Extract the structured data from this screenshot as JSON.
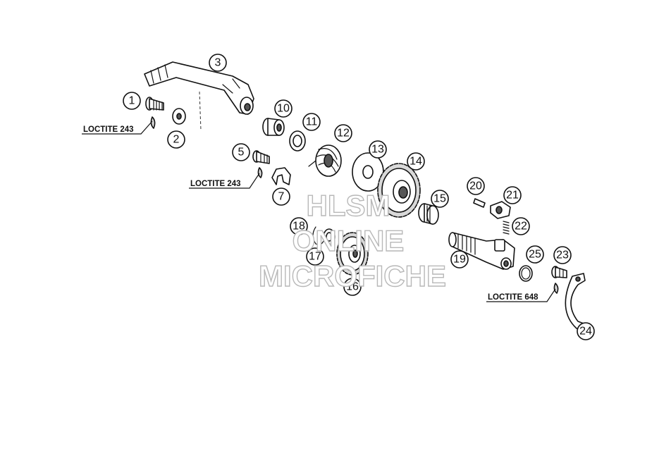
{
  "callouts": [
    {
      "id": "c1",
      "label": "1"
    },
    {
      "id": "c2",
      "label": "2"
    },
    {
      "id": "c3",
      "label": "3"
    },
    {
      "id": "c5",
      "label": "5"
    },
    {
      "id": "c7",
      "label": "7"
    },
    {
      "id": "c10",
      "label": "10"
    },
    {
      "id": "c11",
      "label": "11"
    },
    {
      "id": "c12",
      "label": "12"
    },
    {
      "id": "c13",
      "label": "13"
    },
    {
      "id": "c14",
      "label": "14"
    },
    {
      "id": "c15",
      "label": "15"
    },
    {
      "id": "c16",
      "label": "16"
    },
    {
      "id": "c17",
      "label": "17"
    },
    {
      "id": "c18",
      "label": "18"
    },
    {
      "id": "c19",
      "label": "19"
    },
    {
      "id": "c20",
      "label": "20"
    },
    {
      "id": "c21",
      "label": "21"
    },
    {
      "id": "c22",
      "label": "22"
    },
    {
      "id": "c23",
      "label": "23"
    },
    {
      "id": "c24",
      "label": "24"
    },
    {
      "id": "c25",
      "label": "25"
    }
  ],
  "loctite_labels": [
    {
      "id": "loctite-1",
      "text": "LOCTITE 243"
    },
    {
      "id": "loctite-2",
      "text": "LOCTITE 243"
    },
    {
      "id": "loctite-3",
      "text": "LOCTITE 648"
    }
  ],
  "watermark": {
    "line1": "HLSM",
    "line2": "ONLINE",
    "line3": "MICROFICHE"
  }
}
